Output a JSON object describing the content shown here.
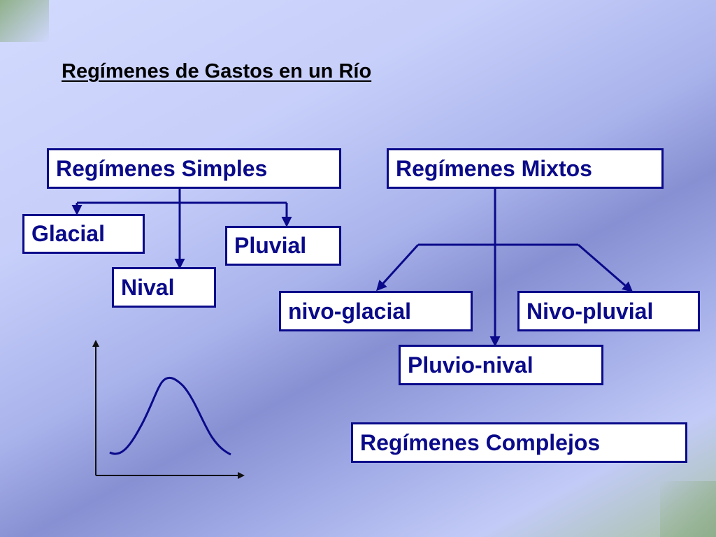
{
  "title": "Regímenes de Gastos en un Río",
  "colors": {
    "box_border": "#0a0a8a",
    "box_text": "#0a0a8a",
    "box_fill": "#ffffff",
    "connector": "#0a0a8a"
  },
  "simples": {
    "label": "Regímenes Simples",
    "children": [
      "Glacial",
      "Nival",
      "Pluvial"
    ]
  },
  "mixtos": {
    "label": "Regímenes Mixtos",
    "children": [
      "nivo-glacial",
      "Pluvio-nival",
      "Nivo-pluvial"
    ]
  },
  "complejos": {
    "label": "Regímenes Complejos"
  },
  "sketch": {
    "description_icon": "hydrograph-curve-icon"
  }
}
